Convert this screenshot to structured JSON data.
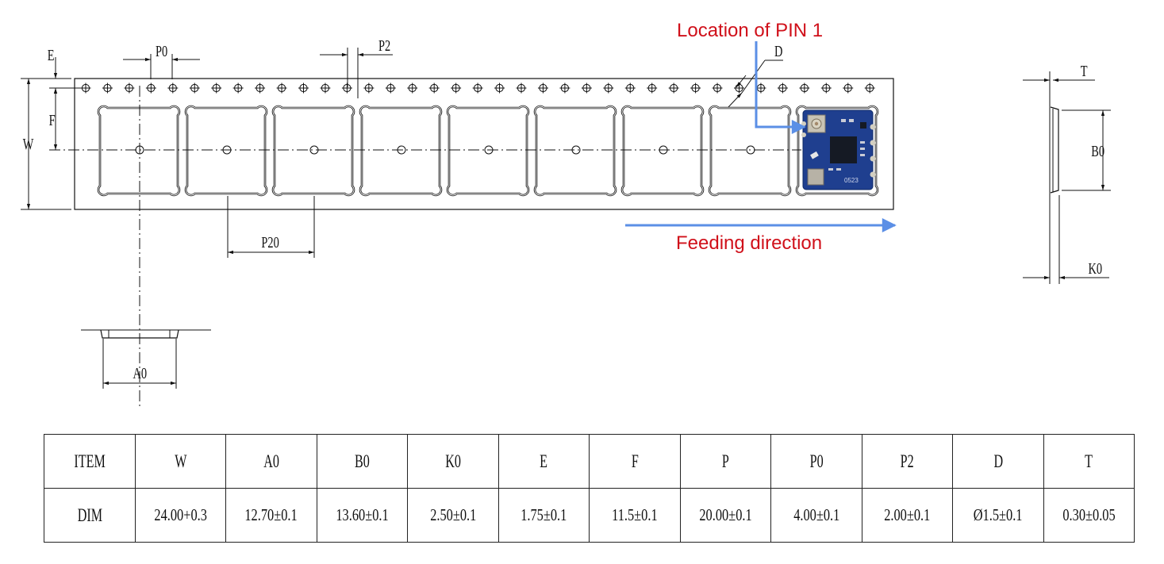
{
  "drawing": {
    "labels": {
      "E": "E",
      "F": "F",
      "W": "W",
      "P0": "P0",
      "P2": "P2",
      "P20": "P20",
      "D": "D",
      "A0": "A0",
      "B0": "B0",
      "T": "T",
      "K0": "K0"
    },
    "annotations": {
      "pin1": "Location of PIN 1",
      "feeding": "Feeding direction"
    },
    "colors": {
      "annotation_text": "#d0101a",
      "annotation_arrow": "#5b8fe6",
      "line": "#111111",
      "pcb": "#1f3f8f"
    },
    "tape": {
      "sprocket_hole_count": 37,
      "pocket_count": 9,
      "filled_pocket_index": 8,
      "component_marking": "0523"
    }
  },
  "table": {
    "rows": [
      {
        "name": "item-row",
        "cells": [
          "ITEM",
          "W",
          "A0",
          "B0",
          "K0",
          "E",
          "F",
          "P",
          "P0",
          "P2",
          "D",
          "T"
        ]
      },
      {
        "name": "dim-row",
        "cells": [
          "DIM",
          "24.00+0.3",
          "12.70±0.1",
          "13.60±0.1",
          "2.50±0.1",
          "1.75±0.1",
          "11.5±0.1",
          "20.00±0.1",
          "4.00±0.1",
          "2.00±0.1",
          "Ø1.5±0.1",
          "0.30±0.05"
        ]
      }
    ]
  }
}
